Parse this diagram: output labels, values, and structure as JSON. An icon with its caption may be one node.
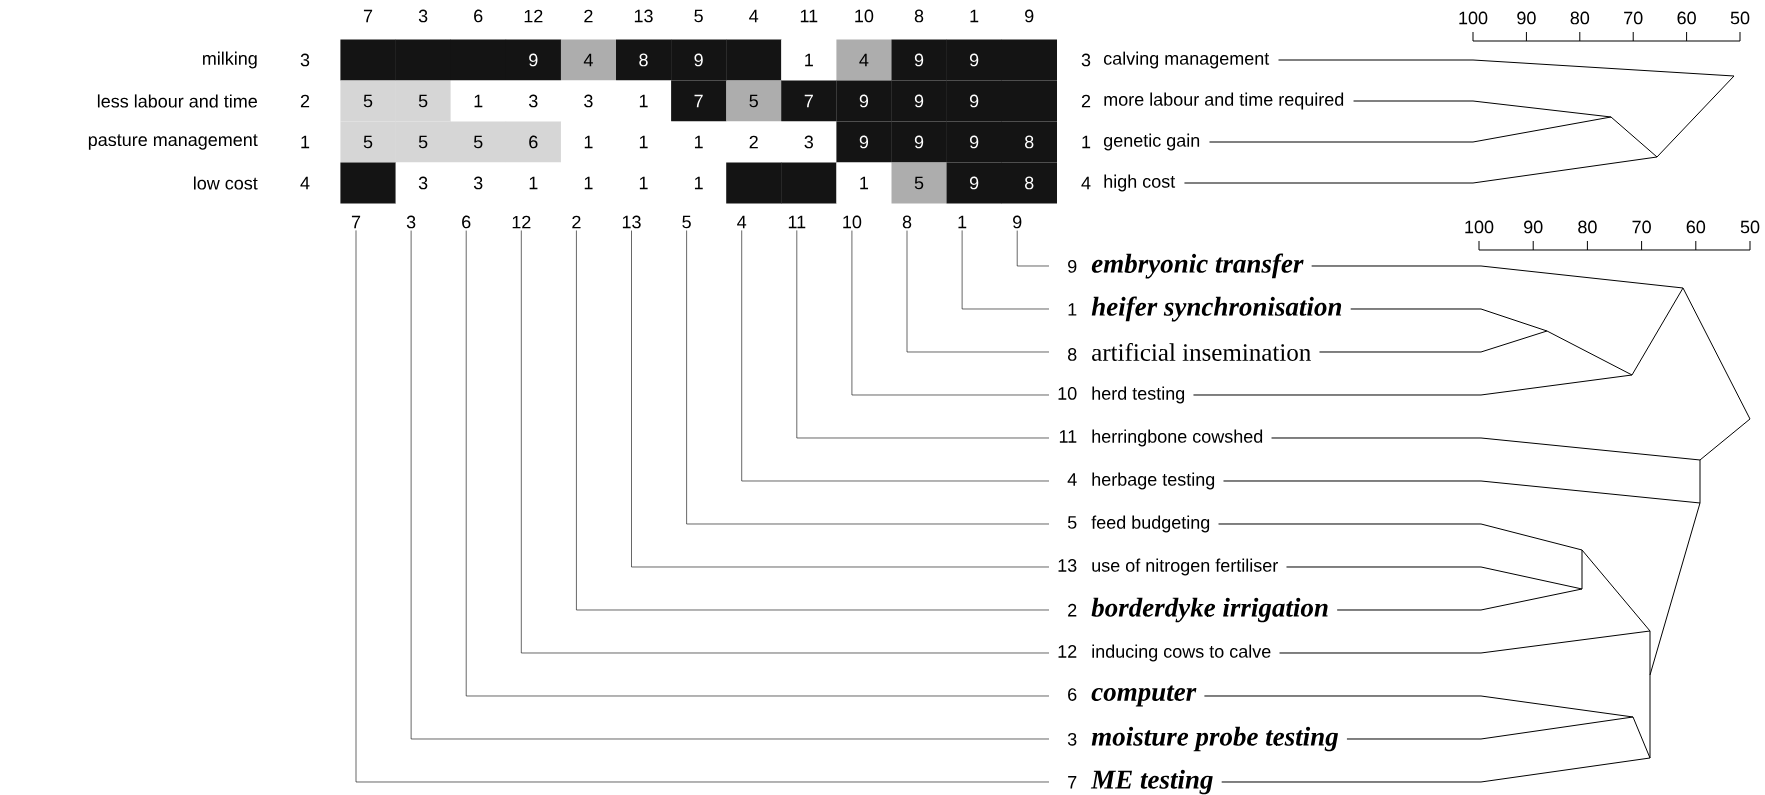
{
  "diagram": {
    "nodes": [
      {
        "text": [
          "7"
        ]
      },
      {
        "text": [
          "3"
        ]
      },
      {
        "text": [
          "6"
        ]
      },
      {
        "text": [
          "12"
        ]
      },
      {
        "text": [
          "2"
        ]
      },
      {
        "text": [
          "13"
        ]
      },
      {
        "text": [
          "5"
        ]
      },
      {
        "text": [
          "4"
        ]
      },
      {
        "text": [
          "11"
        ]
      },
      {
        "text": [
          "10"
        ]
      },
      {
        "text": [
          "8"
        ]
      },
      {
        "text": [
          "1"
        ]
      },
      {
        "text": [
          "9"
        ]
      },
      {
        "text": [
          "embryonic transfer"
        ],
        "beside": [
          "9"
        ]
      },
      {
        "text": [
          "heifer synchronisation"
        ],
        "beside": [
          "1"
        ]
      },
      {
        "text": [
          "artificial insemination"
        ],
        "beside": [
          "8"
        ]
      },
      {
        "text": [
          "herd testing"
        ],
        "beside": [
          "10"
        ]
      },
      {
        "text": [
          "herringbone cowshed"
        ],
        "beside": [
          "11"
        ]
      },
      {
        "text": [
          "herbage testing"
        ],
        "beside": [
          "4"
        ]
      },
      {
        "text": [
          "feed budgeting"
        ],
        "beside": [
          "5"
        ]
      },
      {
        "text": [
          "use of nitrogen fertiliser"
        ],
        "beside": [
          "13"
        ]
      },
      {
        "text": [
          "borderdyke irrigation"
        ],
        "beside": [
          "2"
        ]
      },
      {
        "text": [
          "inducing cows to calve"
        ],
        "beside": [
          "12"
        ]
      },
      {
        "text": [
          "computer"
        ],
        "beside": [
          "6"
        ]
      },
      {
        "text": [
          "moisture probe testing"
        ],
        "beside": [
          "3"
        ]
      },
      {
        "text": [
          "ME testing"
        ],
        "beside": [
          "7"
        ]
      }
    ],
    "edges": [
      {
        "from": 12,
        "to": 13,
        "arrow": "none"
      },
      {
        "from": 11,
        "to": 14,
        "arrow": "none"
      },
      {
        "from": 10,
        "to": 15,
        "arrow": "none"
      },
      {
        "from": 9,
        "to": 16,
        "arrow": "none"
      },
      {
        "from": 8,
        "to": 17,
        "arrow": "none"
      },
      {
        "from": 7,
        "to": 18,
        "arrow": "none"
      },
      {
        "from": 6,
        "to": 19,
        "arrow": "none"
      },
      {
        "from": 5,
        "to": 20,
        "arrow": "none"
      },
      {
        "from": 4,
        "to": 21,
        "arrow": "none"
      },
      {
        "from": 3,
        "to": 22,
        "arrow": "none"
      },
      {
        "from": 2,
        "to": 23,
        "arrow": "none"
      },
      {
        "from": 1,
        "to": 24,
        "arrow": "none"
      },
      {
        "from": 0,
        "to": 25,
        "arrow": "none"
      }
    ],
    "labels": [
      "7",
      "3",
      "6",
      "12",
      "2",
      "13",
      "5",
      "4",
      "11",
      "10",
      "8",
      "1",
      "9",
      "100",
      "90",
      "80",
      "70",
      "60",
      "50",
      "milking",
      "3",
      "9",
      "4",
      "8",
      "9",
      "1",
      "4",
      "9",
      "9",
      "3",
      "calving management",
      "less labour and time",
      "2",
      "5",
      "5",
      "1",
      "3",
      "3",
      "1",
      "7",
      "5",
      "7",
      "9",
      "9",
      "9",
      "2",
      "more labour and time required",
      "pasture management",
      "1",
      "5",
      "5",
      "5",
      "6",
      "1",
      "1",
      "1",
      "2",
      "3",
      "9",
      "9",
      "9",
      "8",
      "1",
      "genetic gain",
      "low cost",
      "4",
      "3",
      "3",
      "1",
      "1",
      "1",
      "1",
      "1",
      "5",
      "9",
      "8",
      "4",
      "high cost",
      "100",
      "90",
      "80",
      "70",
      "60",
      "50"
    ]
  }
}
